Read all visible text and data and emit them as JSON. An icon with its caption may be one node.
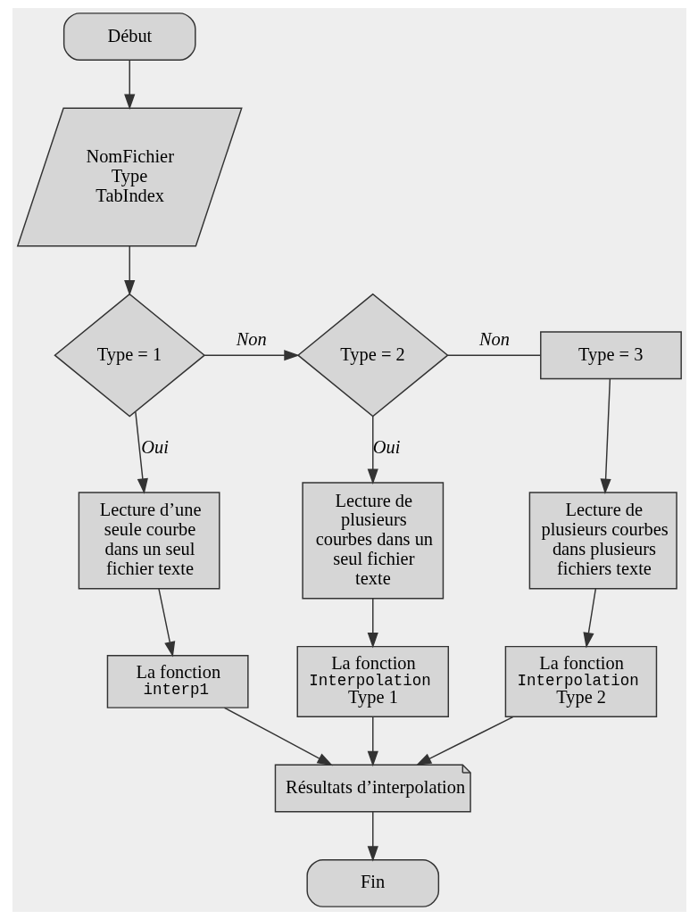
{
  "diagram": {
    "nodes": [
      {
        "text": [
          "Début"
        ]
      },
      {
        "text": [
          "NomFichier",
          "Type",
          "TabIndex"
        ]
      },
      {
        "text": [
          "Type = 1"
        ]
      },
      {
        "text": [
          "Type = 2"
        ]
      },
      {
        "text": [
          "Type = 3"
        ]
      },
      {
        "text": [
          "Lecture d’une seule courbe dans un seul fichier texte"
        ]
      },
      {
        "text": [
          "Lecture de plusieurs courbes dans un seul fichier texte"
        ]
      },
      {
        "text": [
          "Lecture de plusieurs courbes dans plusieurs fichiers texte"
        ]
      },
      {
        "text": [
          "La fonction",
          "interp1"
        ]
      },
      {
        "text": [
          "La fonction",
          "Interpolation",
          "Type 1"
        ]
      },
      {
        "text": [
          "La fonction",
          "Interpolation",
          "Type 2"
        ]
      },
      {
        "text": [
          "Résultats d’interpolation"
        ]
      },
      {
        "text": [
          "Fin"
        ]
      }
    ],
    "edges": [
      {
        "from": 0,
        "to": 1,
        "arrow": "to"
      },
      {
        "from": 1,
        "to": 2,
        "arrow": "to"
      },
      {
        "from": 2,
        "to": 3,
        "arrow": "to",
        "label": "Non"
      },
      {
        "from": 3,
        "to": 4,
        "arrow": "none",
        "label": "Non"
      },
      {
        "from": 2,
        "to": 5,
        "arrow": "to",
        "label": "Oui"
      },
      {
        "from": 3,
        "to": 6,
        "arrow": "to",
        "label": "Oui"
      },
      {
        "from": 4,
        "to": 7,
        "arrow": "to"
      },
      {
        "from": 5,
        "to": 8,
        "arrow": "to"
      },
      {
        "from": 6,
        "to": 9,
        "arrow": "to"
      },
      {
        "from": 7,
        "to": 10,
        "arrow": "to"
      },
      {
        "from": 8,
        "to": 11,
        "arrow": "to"
      },
      {
        "from": 9,
        "to": 11,
        "arrow": "to"
      },
      {
        "from": 10,
        "to": 11,
        "arrow": "to"
      },
      {
        "from": 11,
        "to": 12,
        "arrow": "to"
      }
    ]
  }
}
